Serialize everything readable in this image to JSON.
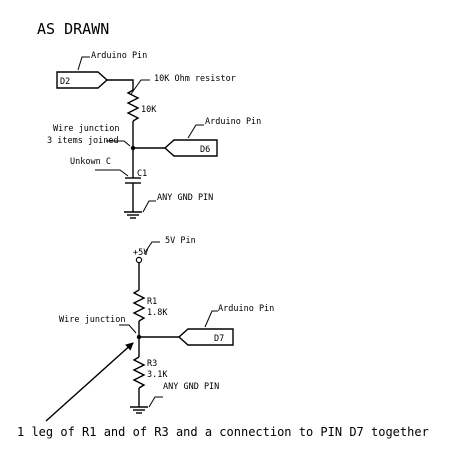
{
  "title": "AS DRAWN",
  "top_circuit": {
    "pin_d2": {
      "label": "D2",
      "note": "Arduino Pin"
    },
    "resistor": {
      "value": "10K",
      "note": "10K Ohm resistor"
    },
    "junction_note_line1": "Wire junction",
    "junction_note_line2": "3 items joined",
    "pin_d6": {
      "label": "D6",
      "note": "Arduino Pin"
    },
    "capacitor": {
      "ref": "C1",
      "note": "Unkown C"
    },
    "gnd_note": "ANY GND PIN"
  },
  "bottom_circuit": {
    "supply": {
      "label": "+5V",
      "note": "5V Pin"
    },
    "r1": {
      "ref": "R1",
      "value": "1.8K"
    },
    "junction_note": "Wire junction",
    "pin_d7": {
      "label": "D7",
      "note": "Arduino Pin"
    },
    "r3": {
      "ref": "R3",
      "value": "3.1K"
    },
    "gnd_note": "ANY GND PIN"
  },
  "caption": "1 leg of R1 and  of R3 and a connection to PIN D7 together"
}
